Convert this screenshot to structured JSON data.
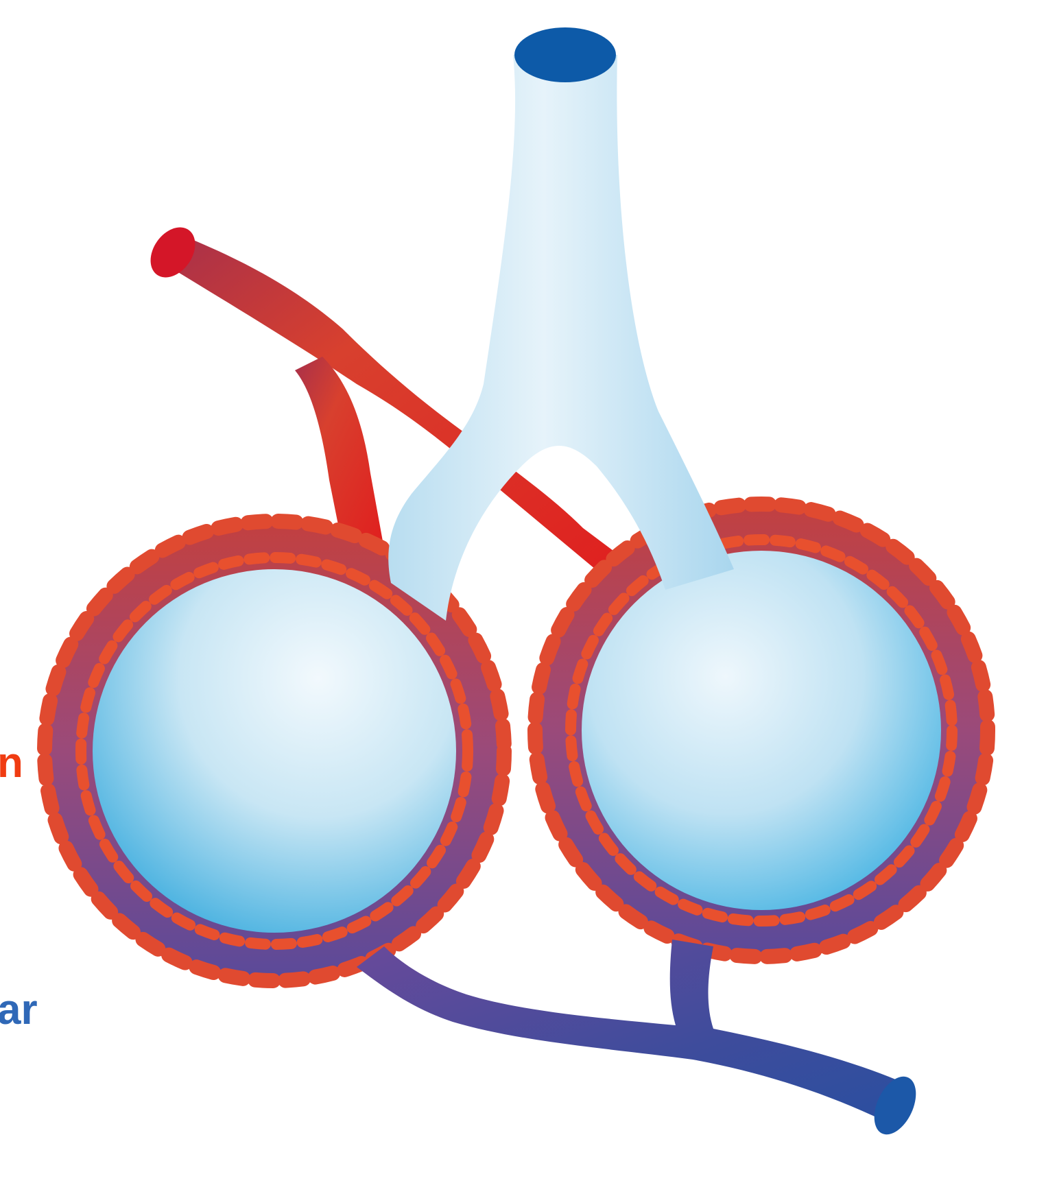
{
  "diagram": {
    "title": "",
    "labels": [
      {
        "id": "label-red",
        "text": "n",
        "color": "#f03c12"
      },
      {
        "id": "label-blue",
        "text": "ar",
        "color": "#2f68b7"
      }
    ],
    "colors": {
      "artery": "#e0301e",
      "capillary_outer": "#c84a4a",
      "capillary_dot": "#ff5a3a",
      "vein": "#3a4fa0",
      "alveolus_light": "#e8f4fb",
      "alveolus_dark": "#2aa8dc",
      "bronchiole_opening": "#0d5aa8"
    }
  }
}
